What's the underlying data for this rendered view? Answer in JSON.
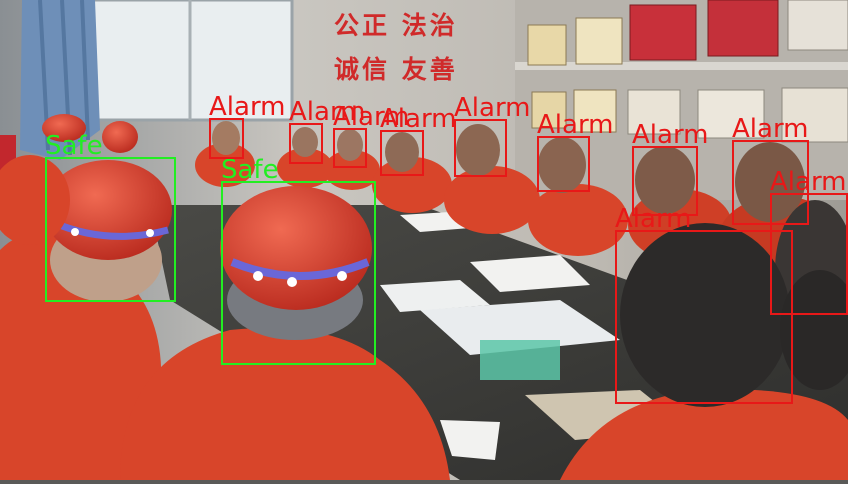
{
  "colors": {
    "safe": "#22ee22",
    "alarm": "#e81818",
    "helmet": "#e8402e",
    "uniform": "#d8452a"
  },
  "wall_slogans": [
    "公正 法治",
    "诚信 友善"
  ],
  "detections": [
    {
      "label": "Safe",
      "status": "safe"
    },
    {
      "label": "Safe",
      "status": "safe"
    },
    {
      "label": "Alarm",
      "status": "alarm"
    },
    {
      "label": "Alarm",
      "status": "alarm"
    },
    {
      "label": "Alarm",
      "status": "alarm"
    },
    {
      "label": "Alarm",
      "status": "alarm"
    },
    {
      "label": "Alarm",
      "status": "alarm"
    },
    {
      "label": "Alarm",
      "status": "alarm"
    },
    {
      "label": "Alarm",
      "status": "alarm"
    },
    {
      "label": "Alarm",
      "status": "alarm"
    },
    {
      "label": "Alarm",
      "status": "alarm"
    },
    {
      "label": "Alarm",
      "status": "alarm"
    }
  ]
}
